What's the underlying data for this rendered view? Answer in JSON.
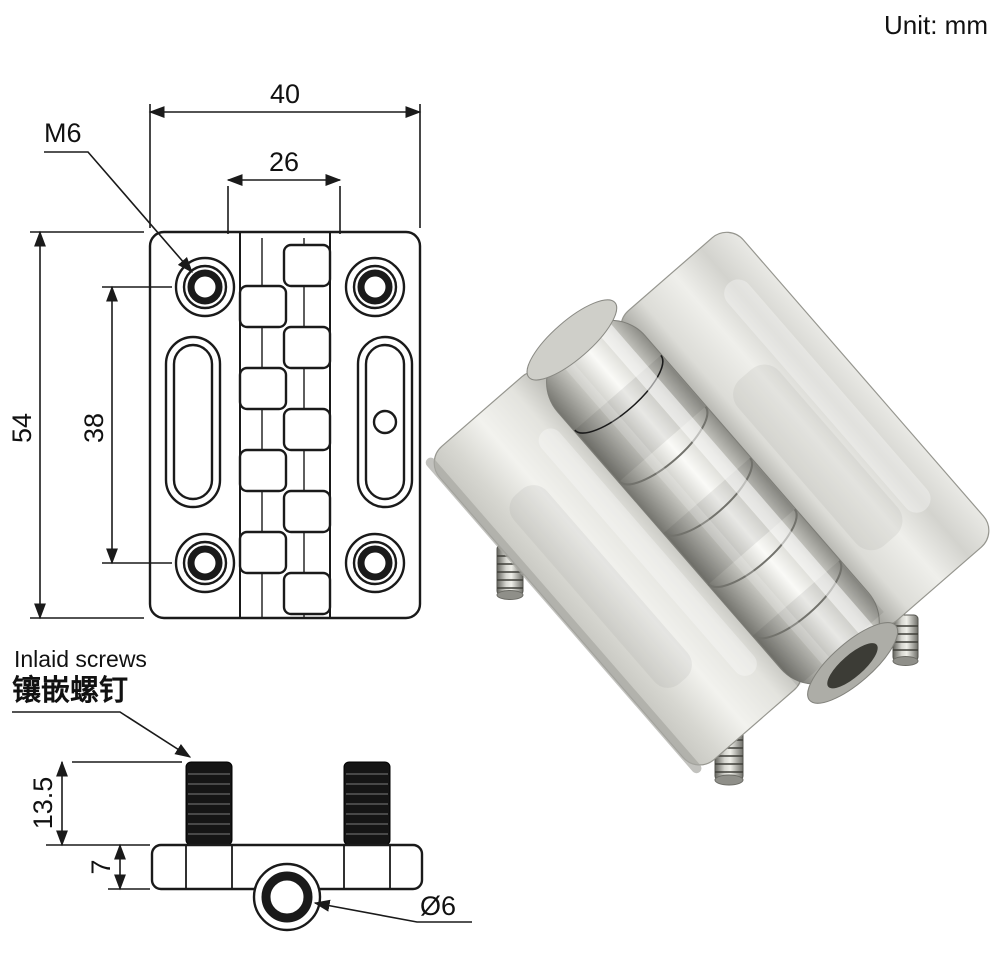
{
  "unit_label": "Unit: mm",
  "front_view": {
    "width_total": "40",
    "width_inner": "26",
    "height_total": "54",
    "hole_spacing": "38",
    "thread_label": "M6"
  },
  "side_view": {
    "screw_length": "13.5",
    "plate_thickness": "7",
    "hole_diameter": "Ø6",
    "inlaid_screws_en": "Inlaid screws",
    "inlaid_screws_zh": "镶嵌螺钉"
  },
  "colors": {
    "line": "#1a1a1a",
    "metal_light": "#efefeb",
    "metal_dark": "#74746e"
  }
}
